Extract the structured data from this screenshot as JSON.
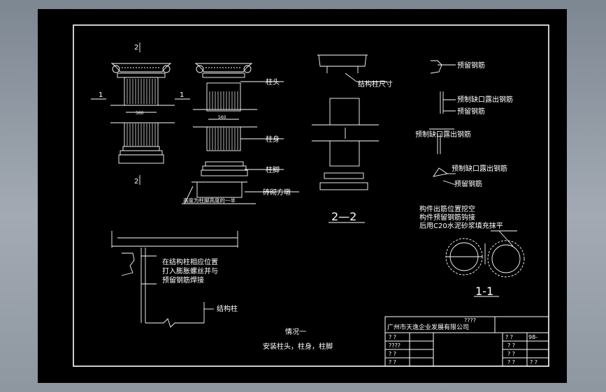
{
  "theme": {
    "background": "#000000",
    "line": "#ffffff",
    "viewport": "#8a939d"
  },
  "section_marks": {
    "mark1": "1",
    "mark2": "2"
  },
  "dimensions": {
    "dim_width": "560"
  },
  "labels": {
    "capital": "柱头",
    "shaft": "柱身",
    "base": "柱脚",
    "brick_pier": "砖砌方墩",
    "base_note": "高度为柱脚高度的一半",
    "structural_column_size": "结构柱尺寸",
    "section_2_2": "2—2",
    "section_1_1": "1-1",
    "reserved_rebar_1": "预留钢筋",
    "precast_gap_rebar_1": "预制缺口露出钢筋",
    "precast_gap_rebar_2": "预制缺口露出钢筋",
    "reserved_rebar_2": "预留钢筋",
    "precast_gap_rebar_3": "预制缺口露出钢筋",
    "reserved_rebar_3": "预留钢筋",
    "section_note_1": "构件出筋位置挖空",
    "section_note_2": "构件预留钢筋钩接",
    "section_note_3": "后用C20水泥砂浆填充抹平",
    "anchor_note_1": "在结构柱相应位置",
    "anchor_note_2": "打入膨胀螺丝并与",
    "anchor_note_3": "预留钢筋焊接",
    "structural_column": "结构柱",
    "case_title": "情况一",
    "case_desc": "安装柱头，柱身，柱脚"
  },
  "title_block": {
    "company": "广州市天逸企业发展有限公司",
    "garbled_top": "????",
    "drawing_no": "98-",
    "left_cells": [
      "?  ?",
      "????",
      "?  ?",
      "?  ?"
    ],
    "right_cells": [
      "?  ?",
      "?  ?",
      "?  ?",
      "?  ?"
    ],
    "top_right_cell": "?  ?"
  }
}
